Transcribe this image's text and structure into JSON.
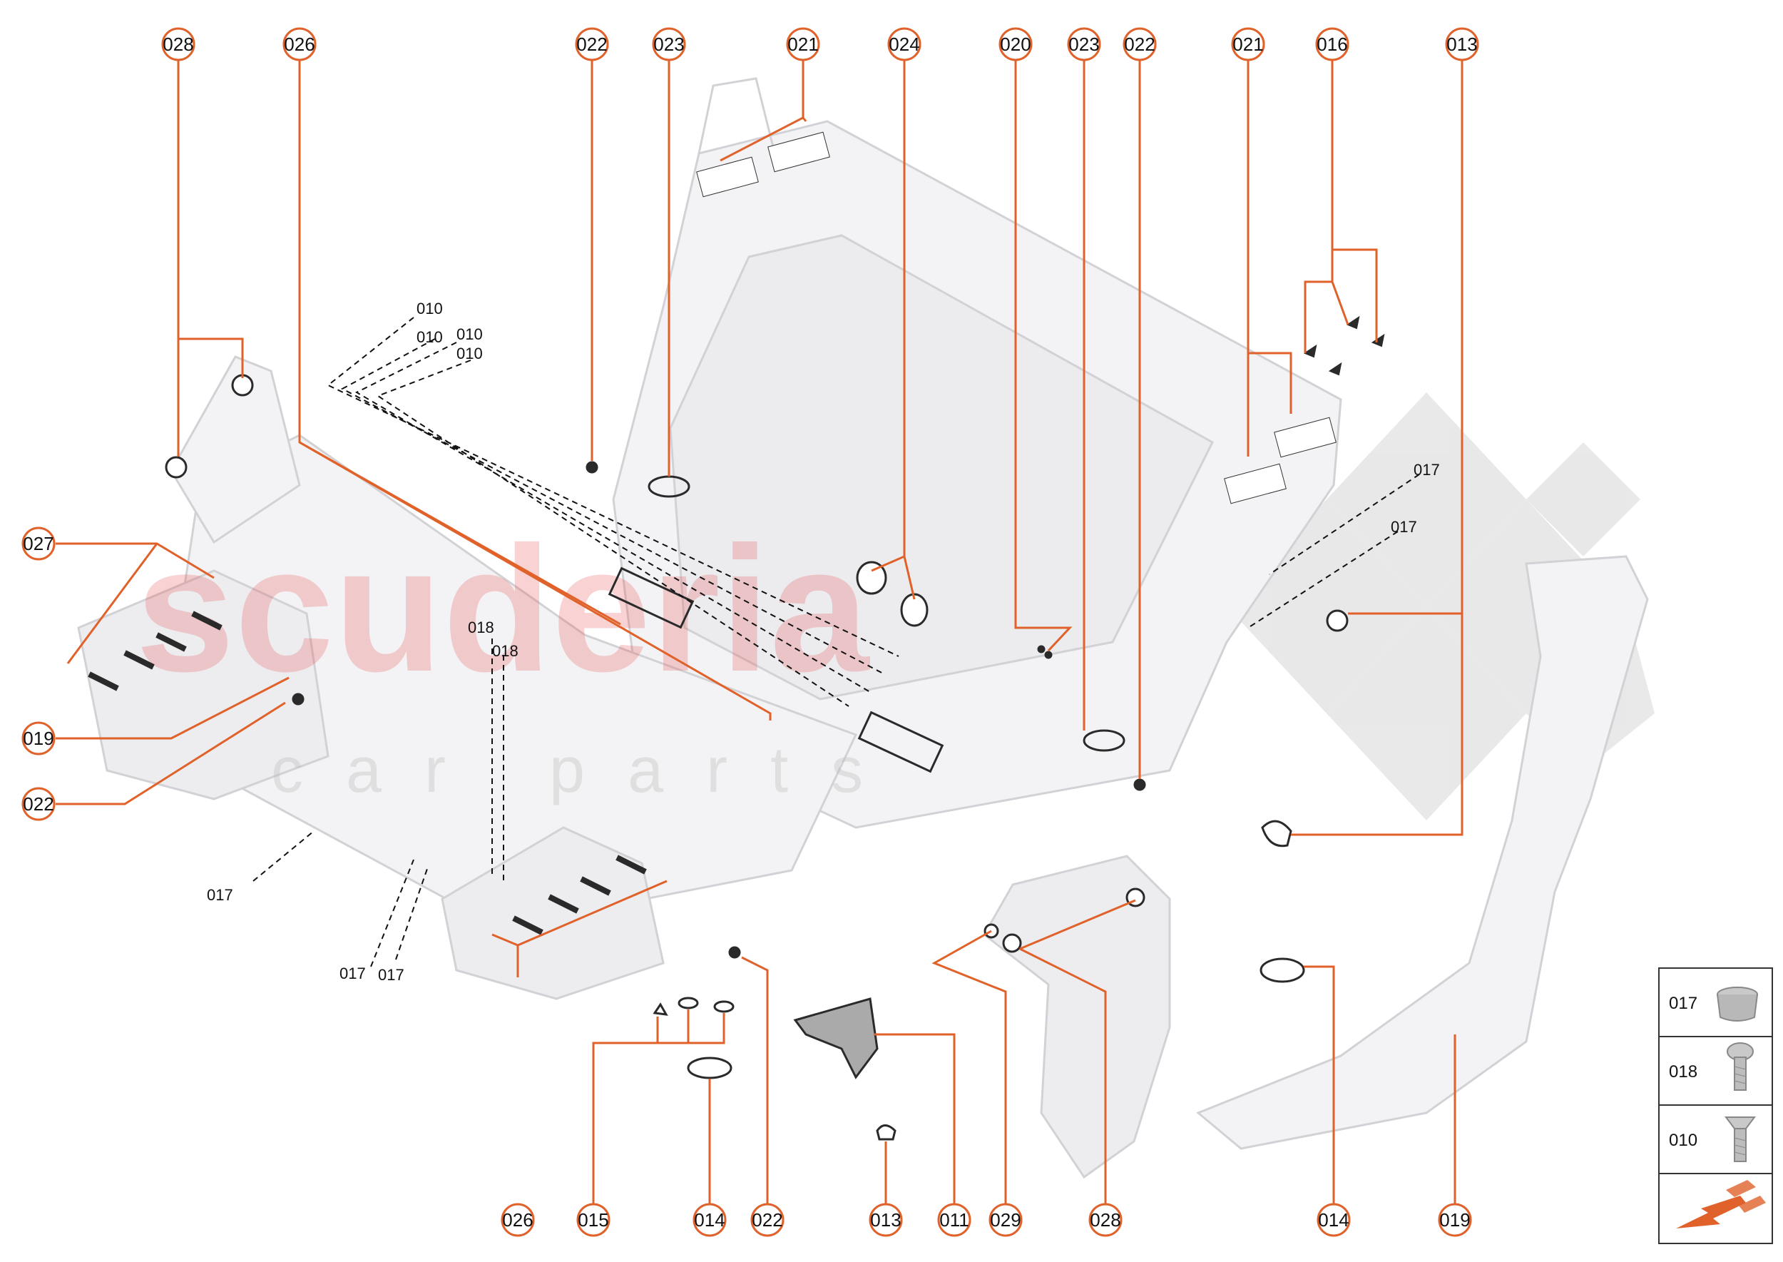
{
  "watermark": {
    "brand": "scuderia",
    "sub": "car parts"
  },
  "accent_color": "#e0622a",
  "callouts_top": [
    "028",
    "026",
    "022",
    "023",
    "021",
    "024",
    "020",
    "023",
    "022",
    "021",
    "016",
    "013"
  ],
  "callouts_left": [
    "027",
    "019",
    "022"
  ],
  "callouts_bottom": [
    "026",
    "015",
    "014",
    "022",
    "013",
    "011",
    "029",
    "028",
    "014",
    "019"
  ],
  "plain_labels": {
    "l010a": "010",
    "l010b": "010",
    "l010c": "010",
    "l010d": "010",
    "l018a": "018",
    "l018b": "018",
    "l017a": "017",
    "l017b": "017",
    "l017c": "017",
    "l017d": "017",
    "l017e": "017"
  },
  "legend": {
    "items": [
      "017",
      "018",
      "010"
    ],
    "arrow_icon": "orientation-arrow-icon"
  }
}
